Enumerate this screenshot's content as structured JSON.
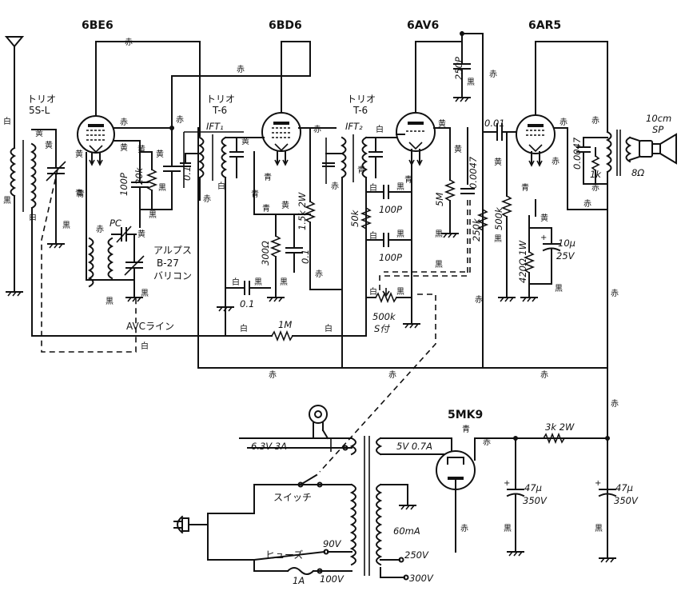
{
  "tubes": [
    "6BE6",
    "6BD6",
    "6AV6",
    "6AR5",
    "5MK9"
  ],
  "coils": {
    "antenna": [
      "トリオ",
      "5S-L"
    ],
    "ift1": [
      "トリオ",
      "T-6",
      "IFT₁"
    ],
    "ift2": [
      "トリオ",
      "T-6",
      "IFT₂"
    ]
  },
  "variable_cap": [
    "PC",
    "アルプス",
    "B-27",
    "バリコン"
  ],
  "speaker": [
    "10cm",
    "SP",
    "8Ω"
  ],
  "components": {
    "c100p_1": "100P",
    "r20k": "20k",
    "c01_1": "0.1",
    "r300": "300Ω",
    "r15k": "1.5k 2W",
    "c01_2": "0.1",
    "c01_3": "0.1",
    "c250p": "250P",
    "r50k": "50k",
    "c100p_2": "100P",
    "c100p_3": "100P",
    "r5m": "5M",
    "c0047_1": "0.0047",
    "r250k": "250k",
    "r500k": "500k",
    "c001": "0.01",
    "r420": "420Ω 1W",
    "c10u": "10μ",
    "c10u_v": "25V",
    "c0047_2": "0.0047",
    "r1k": "1k",
    "r1m": "1M",
    "vol": "500k",
    "vol_sw": "S付",
    "r3k": "3k 2W",
    "c47u_1": "47μ",
    "c47u_1v": "350V",
    "c47u_2": "47μ",
    "c47u_2v": "350V"
  },
  "lines": {
    "avc": "AVCライン"
  },
  "power": {
    "heater": "6.3V 3A",
    "rect": "5V 0.7A",
    "switch": "スイッチ",
    "fuse": "ヒューズ",
    "fuse_rating": "1A",
    "tap90": "90V",
    "tap100": "100V",
    "hv_current": "60mA",
    "tap250": "250V",
    "tap300": "300V"
  },
  "wire_colors": {
    "red": "赤",
    "yellow": "黄",
    "white": "白",
    "black": "黒",
    "blue": "青"
  },
  "plus": "+"
}
